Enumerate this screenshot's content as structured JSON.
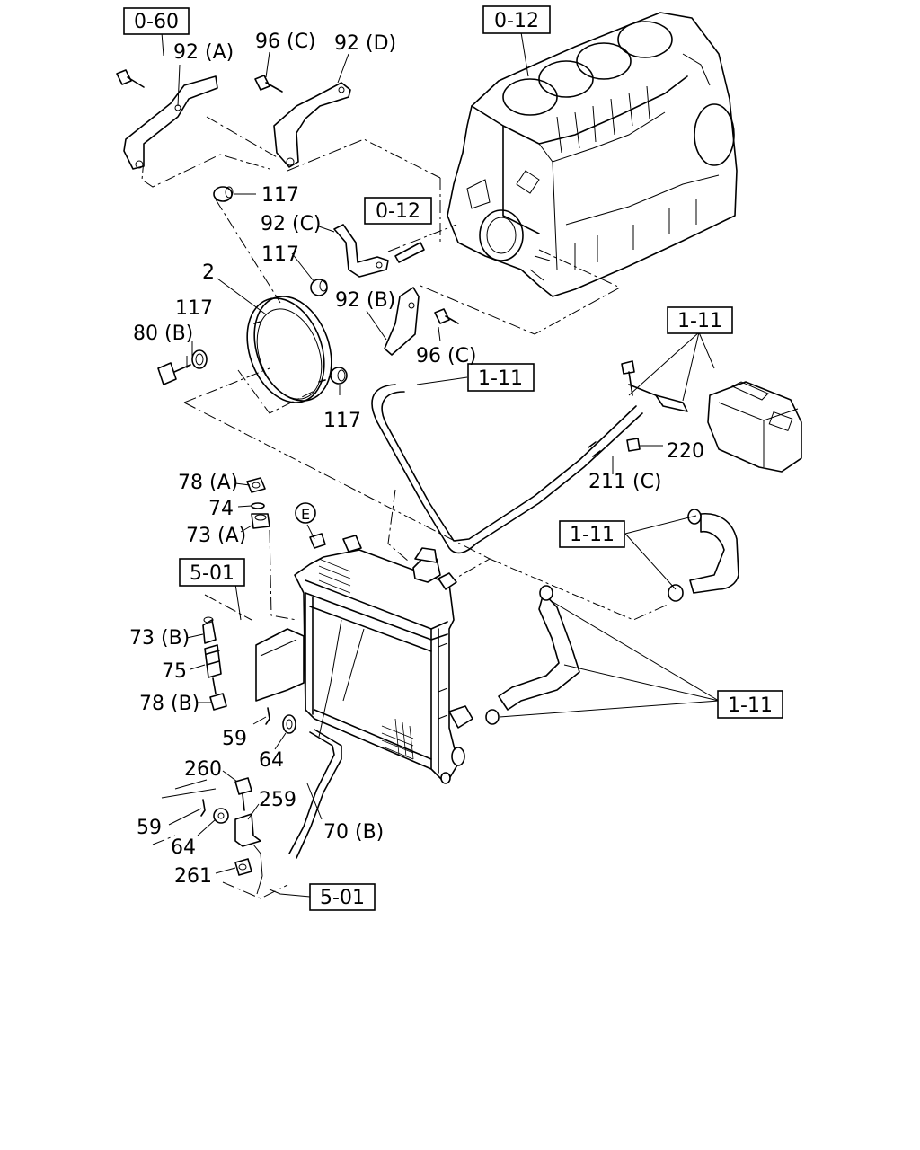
{
  "refs": {
    "r060": "0-60",
    "r012a": "0-12",
    "r012b": "0-12",
    "r111a": "1-11",
    "r111b": "1-11",
    "r111c": "1-11",
    "r111d": "1-11",
    "r501a": "5-01",
    "r501b": "5-01"
  },
  "labels": {
    "l92a": "92 (A)",
    "l96c_top": "96 (C)",
    "l92d": "92 (D)",
    "l117_a": "117",
    "l92c": "92 (C)",
    "l117_b": "117",
    "l2": "2",
    "l92b": "92 (B)",
    "l117_c": "117",
    "l80b": "80 (B)",
    "l96c_mid": "96 (C)",
    "l117_d": "117",
    "l220": "220",
    "l211c": "211 (C)",
    "l78a": "78 (A)",
    "l74": "74",
    "l73a": "73 (A)",
    "lE": "E",
    "l73b": "73 (B)",
    "l75": "75",
    "l78b": "78 (B)",
    "l59a": "59",
    "l64a": "64",
    "l260": "260",
    "l259": "259",
    "l59b": "59",
    "l64b": "64",
    "l70b": "70 (B)",
    "l261": "261"
  }
}
